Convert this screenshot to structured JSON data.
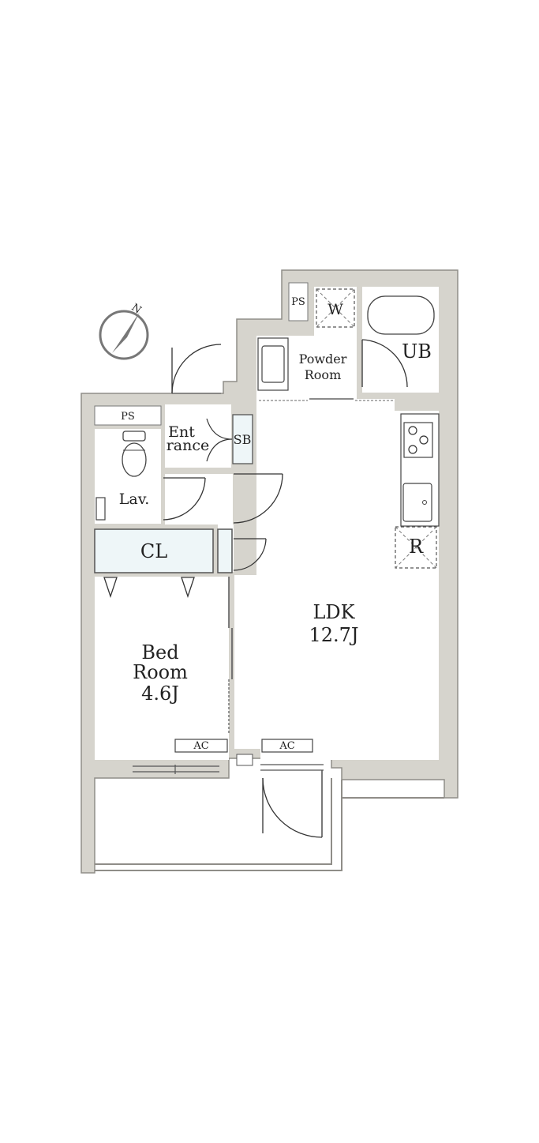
{
  "colors": {
    "wall": "#d6d4cd",
    "wall_edge": "#8f8d88",
    "fixture": "#eef6f8",
    "line": "#3a3a3a",
    "door_arc": "#2f2f2f"
  },
  "icons": {
    "compass": "north-compass-icon",
    "door": "door-swing-icon",
    "washer": "washer-space-icon",
    "fridge": "refrigerator-space-icon",
    "stove": "stove-burner-icon",
    "toilet": "toilet-icon",
    "bathtub": "bathtub-icon",
    "sink": "sink-icon"
  },
  "compass": {
    "label": "N"
  },
  "rooms": {
    "ldk": {
      "name": "LDK",
      "size": "12.7J"
    },
    "bedroom": {
      "name_line1": "Bed",
      "name_line2": "Room",
      "size": "4.6J"
    },
    "closet": {
      "name": "CL"
    },
    "lavatory": {
      "name": "Lav."
    },
    "entrance": {
      "line1": "Ent",
      "line2": "rance"
    },
    "shoe_box": {
      "name": "SB"
    },
    "powder_room": {
      "line1": "Powder",
      "line2": "Room"
    },
    "unit_bath": {
      "name": "UB"
    },
    "washer": {
      "name": "W"
    },
    "fridge": {
      "name": "R"
    },
    "pipe_space_top": {
      "name": "PS"
    },
    "pipe_space_left": {
      "name": "PS"
    }
  },
  "aircon": {
    "bedroom": "AC",
    "ldk": "AC"
  }
}
